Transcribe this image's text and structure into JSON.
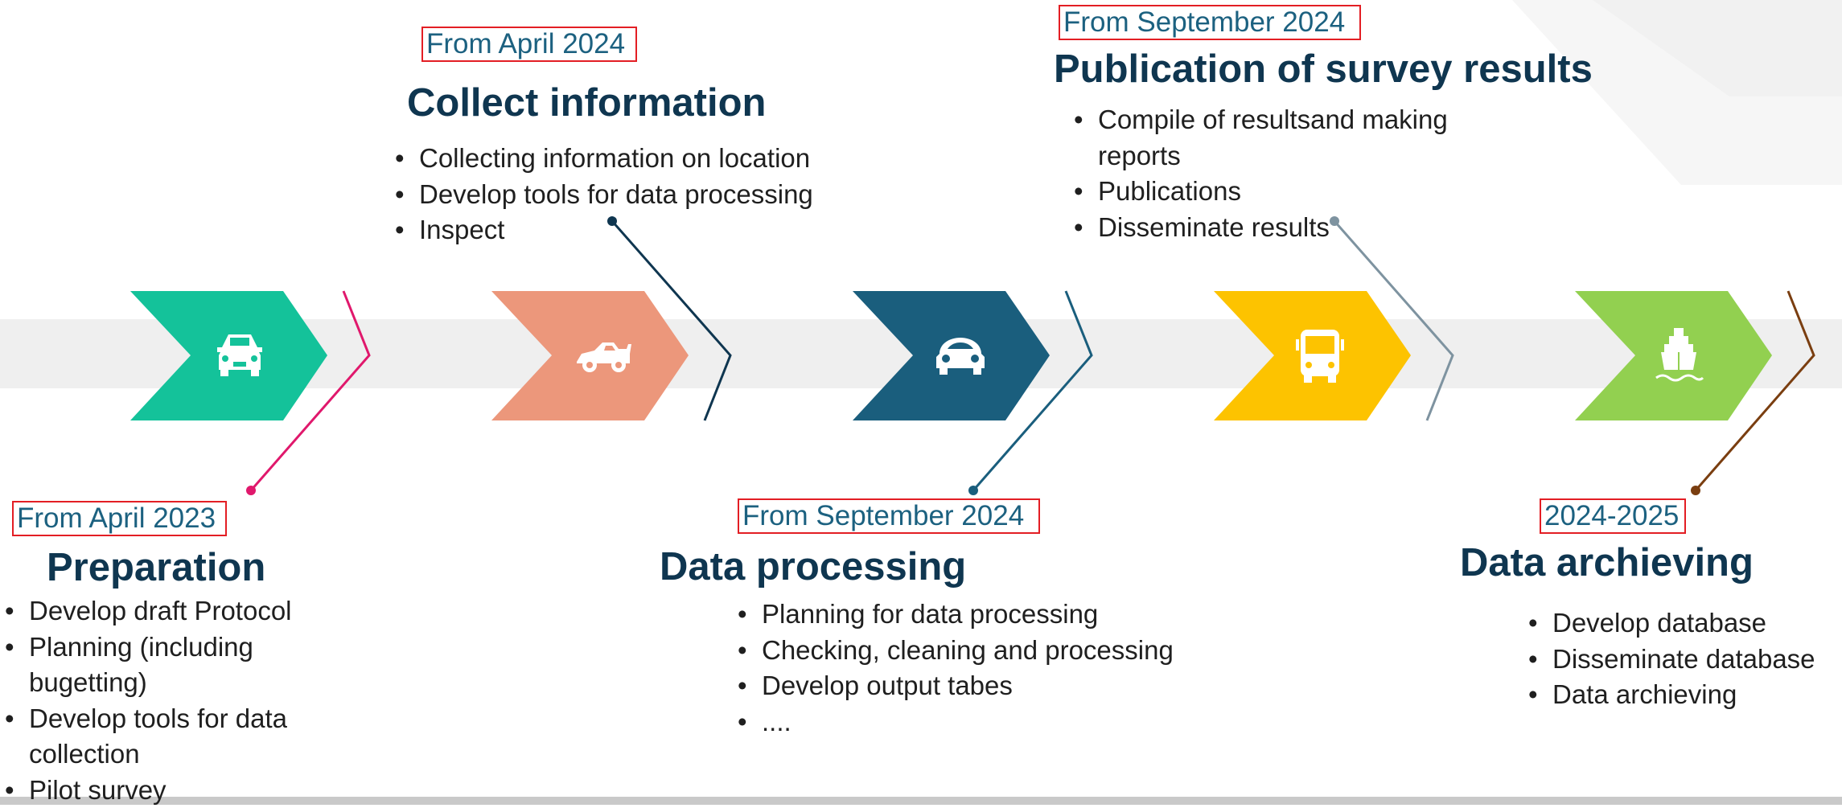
{
  "colors": {
    "band": "#efefef",
    "title": "#0f3650",
    "date_text": "#1c6180",
    "date_border": "#e31e24",
    "bottom_bar": "#c9c9c9"
  },
  "stages": [
    {
      "date": "From April 2023",
      "title": "Preparation",
      "bullets": [
        "Develop draft Protocol",
        "Planning (including bugetting)",
        "Develop tools for data collection",
        "Pilot survey"
      ],
      "icon": "car-front-icon",
      "color": "#14c29a",
      "line_color": "#e0186c"
    },
    {
      "date": "From April 2024",
      "title": "Collect information",
      "bullets": [
        "Collecting information on location",
        "Develop tools for data processing",
        "Inspect"
      ],
      "icon": "sports-car-icon",
      "color": "#ec977b",
      "line_color": "#0f3650"
    },
    {
      "date": "From September 2024",
      "title": "Data processing",
      "bullets": [
        "Planning for data processing",
        "Checking, cleaning and processing",
        "Develop output tabes",
        "...."
      ],
      "icon": "car-front-icon",
      "color": "#1a5e7d",
      "line_color": "#1a5e7d"
    },
    {
      "date": "From September 2024",
      "title": "Publication of  survey results",
      "bullets": [
        "Compile of resultsand making reports",
        "Publications",
        "Disseminate results"
      ],
      "icon": "bus-icon",
      "color": "#fdc300",
      "line_color": "#7e93a0"
    },
    {
      "date": "2024-2025",
      "title": "Data archieving",
      "bullets": [
        "Develop database",
        "Disseminate database",
        "Data archieving"
      ],
      "icon": "ship-icon",
      "color": "#92d050",
      "line_color": "#7a3e10"
    }
  ]
}
